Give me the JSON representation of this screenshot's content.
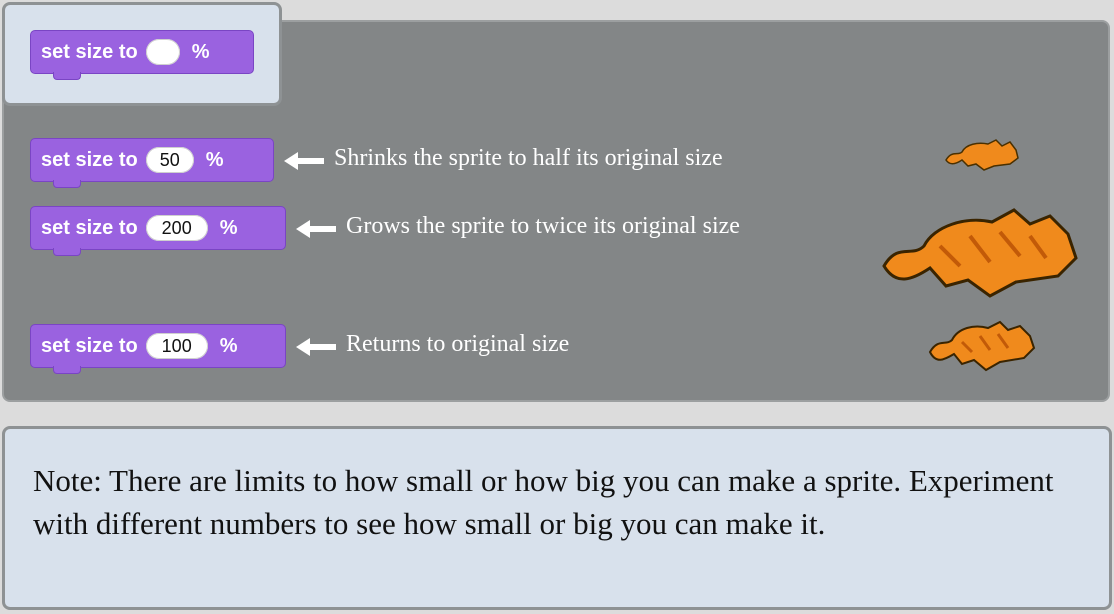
{
  "header": {
    "block": {
      "prefix": "set size to",
      "value": "",
      "suffix": "%"
    }
  },
  "examples": [
    {
      "prefix": "set size to",
      "value": "50",
      "suffix": "%",
      "caption": "Shrinks the sprite to half its original size"
    },
    {
      "prefix": "set size to",
      "value": "200",
      "suffix": "%",
      "caption": "Grows the sprite to twice its original size"
    },
    {
      "prefix": "set size to",
      "value": "100",
      "suffix": "%",
      "caption": "Returns to original size"
    }
  ],
  "note": {
    "text": "Note: There are limits to how small or how big you can make a sprite. Experiment with different numbers to see how small or big you can make it."
  },
  "colors": {
    "block": "#9a62e0",
    "panel": "#838687",
    "note_bg": "#d8e1ec"
  },
  "icons": [
    "left-arrow-icon",
    "cat-sprite-icon"
  ]
}
